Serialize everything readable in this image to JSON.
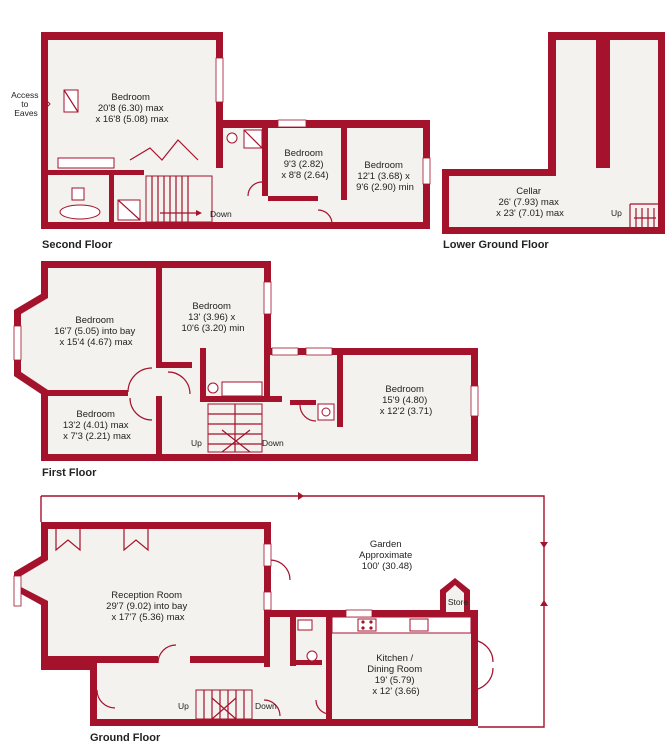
{
  "floors": {
    "second": "Second Floor",
    "lower_ground": "Lower Ground Floor",
    "first": "First Floor",
    "ground": "Ground Floor"
  },
  "second_floor": {
    "access": [
      "Access",
      "to",
      "Eaves"
    ],
    "bedroom_a": [
      "Bedroom",
      "20'8 (6.30) max",
      "x 16'8 (5.08) max"
    ],
    "bedroom_b": [
      "Bedroom",
      "9'3 (2.82)",
      "x 8'8 (2.64)"
    ],
    "bedroom_c": [
      "Bedroom",
      "12'1 (3.68) x",
      "9'6 (2.90) min"
    ],
    "stairs": "Down"
  },
  "lower_ground": {
    "cellar": [
      "Cellar",
      "26' (7.93) max",
      "x 23' (7.01) max"
    ],
    "stairs": "Up"
  },
  "first_floor": {
    "bedroom_a": [
      "Bedroom",
      "16'7 (5.05) into bay",
      "x 15'4 (4.67) max"
    ],
    "bedroom_b": [
      "Bedroom",
      "13' (3.96) x",
      "10'6 (3.20) min"
    ],
    "bedroom_c": [
      "Bedroom",
      "13'2 (4.01) max",
      "x 7'3 (2.21) max"
    ],
    "bedroom_d": [
      "Bedroom",
      "15'9 (4.80)",
      "x 12'2 (3.71)"
    ],
    "stairs_up": "Up",
    "stairs_down": "Down"
  },
  "ground_floor": {
    "garden": [
      "Garden",
      "Approximate",
      "100' (30.48)"
    ],
    "reception": [
      "Reception Room",
      "29'7 (9.02) into bay",
      "x 17'7 (5.36) max"
    ],
    "kitchen": [
      "Kitchen /",
      "Dining Room",
      "19' (5.79)",
      "x 12' (3.66)"
    ],
    "store": "Store",
    "stairs_up": "Up",
    "stairs_down": "Down"
  },
  "colors": {
    "wall": "#a4122c",
    "floor": "#f4f2ee"
  }
}
